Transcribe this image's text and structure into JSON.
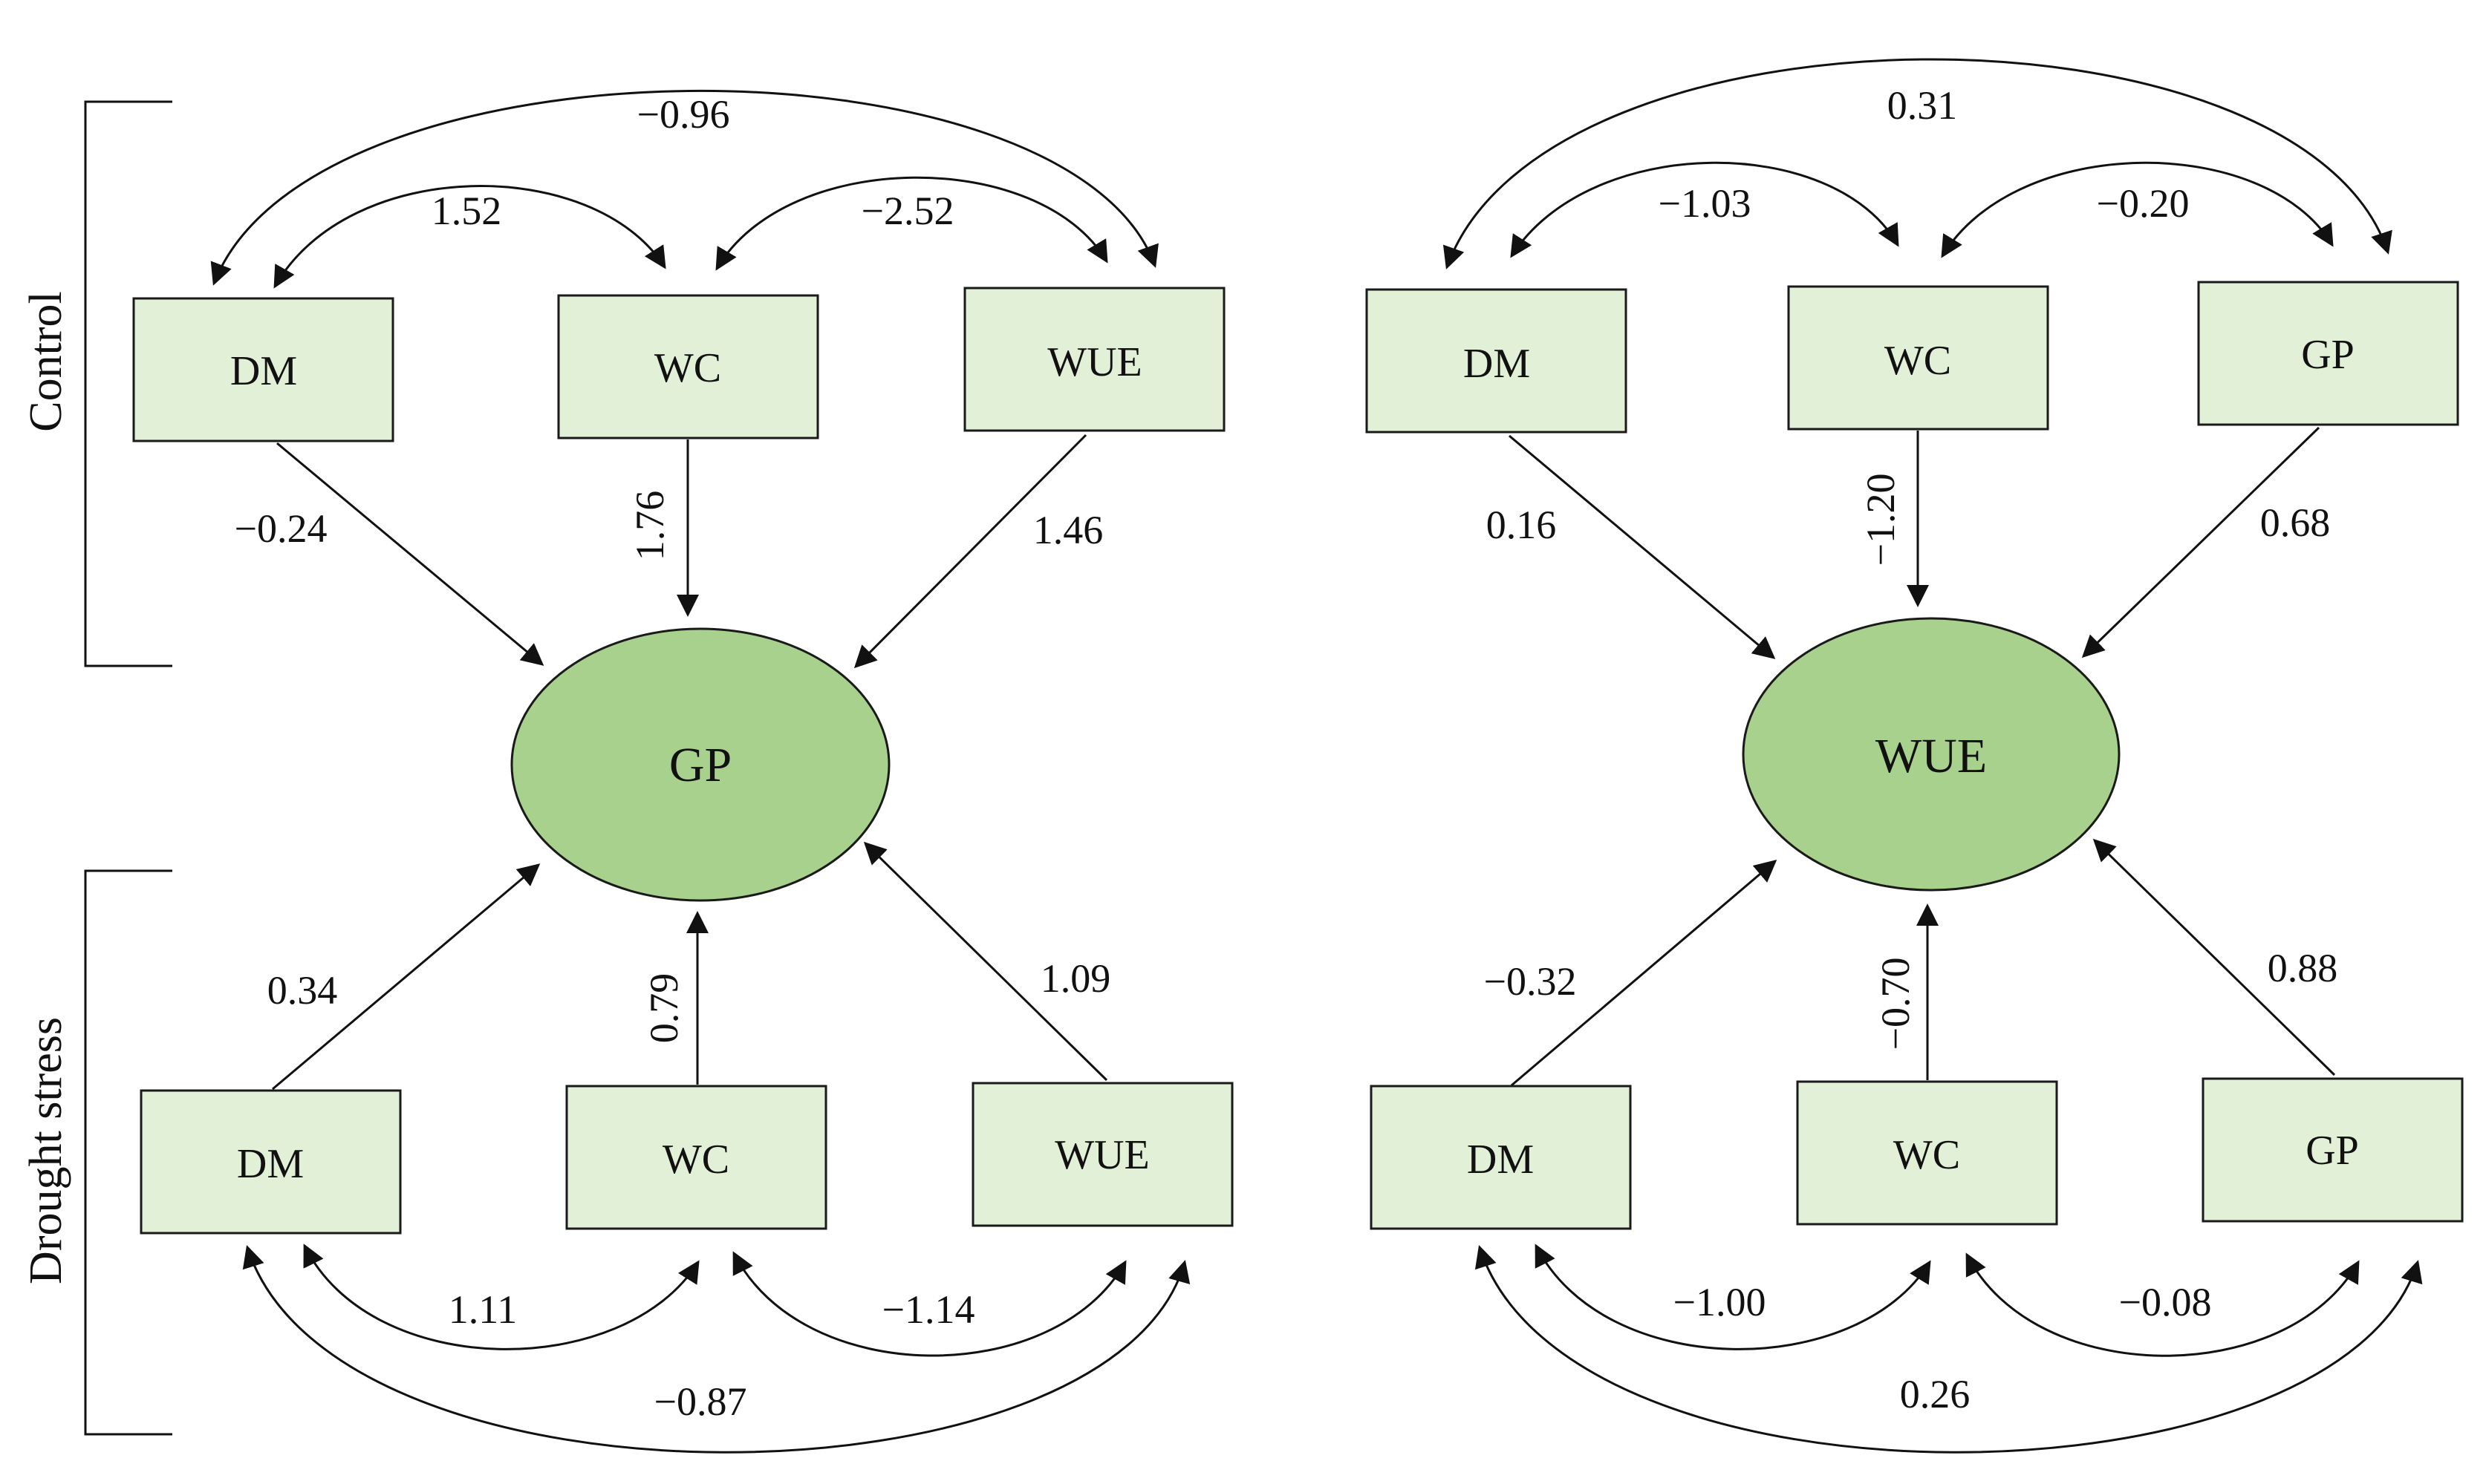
{
  "groups": {
    "control": "Control",
    "drought": "Drought stress"
  },
  "left": {
    "center": "GP",
    "control_nodes": [
      "DM",
      "WC",
      "WUE"
    ],
    "control_paths": [
      "−0.24",
      "1.76",
      "1.46"
    ],
    "control_corr": [
      "1.52",
      "−2.52",
      "−0.96"
    ],
    "drought_nodes": [
      "DM",
      "WC",
      "WUE"
    ],
    "drought_paths": [
      "0.34",
      "0.79",
      "1.09"
    ],
    "drought_corr": [
      "1.11",
      "−1.14",
      "−0.87"
    ]
  },
  "right": {
    "center": "WUE",
    "control_nodes": [
      "DM",
      "WC",
      "GP"
    ],
    "control_paths": [
      "0.16",
      "−1.20",
      "0.68"
    ],
    "control_corr": [
      "−1.03",
      "−0.20",
      "0.31"
    ],
    "drought_nodes": [
      "DM",
      "WC",
      "GP"
    ],
    "drought_paths": [
      "−0.32",
      "−0.70",
      "0.88"
    ],
    "drought_corr": [
      "−1.00",
      "−0.08",
      "0.26"
    ]
  },
  "colors": {
    "box_fill": "#e3f0d8",
    "ellipse_fill": "#a9d18e"
  }
}
